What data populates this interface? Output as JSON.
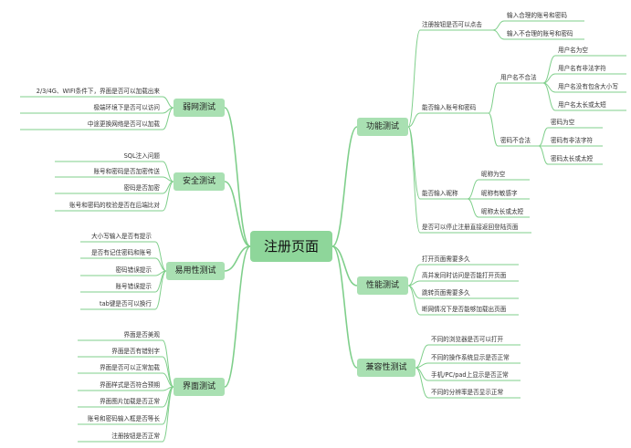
{
  "colors": {
    "line": "#7fcf8b",
    "root_fill": "#8ed69a",
    "branch_fill": "#a9e0b2"
  },
  "root": "注册页面",
  "right": {
    "functional": {
      "title": "功能测试",
      "register_button": "注册按钮是否可以点击",
      "reasonable_account": "输入合理的账号和密码",
      "unreasonable_account": "输入不合理的账号和密码",
      "can_input_account": "能否输入账号和密码",
      "username_invalid": "用户名不合法",
      "username_empty": "用户名为空",
      "username_illegal_chars": "用户名有非法字符",
      "username_no_case": "用户名没有包含大小写",
      "username_too_long": "用户名太长或太短",
      "password_invalid": "密码不合法",
      "password_empty": "密码为空",
      "password_illegal_chars": "密码有非法字符",
      "password_too_long": "密码太长或太短",
      "can_input_nickname": "能否输入昵称",
      "nickname_empty": "昵称为空",
      "nickname_sensitive": "昵称有敏感字",
      "nickname_too_long": "昵称太长或太短",
      "stop_register": "是否可以停止注册直接返回登陆页面"
    },
    "performance": {
      "title": "性能测试",
      "items": [
        "打开页面需要多久",
        "高并发同时访问是否能打开页面",
        "跳转页面需要多久",
        "断网情况下是否能够加载出页面"
      ]
    },
    "compatibility": {
      "title": "兼容性测试",
      "items": [
        "不同的浏览器是否可以打开",
        "不同的操作系统显示是否正常",
        "手机/PC/pad上显示是否正常",
        "不同的分辨率是否显示正常"
      ]
    }
  },
  "left": {
    "weak_network": {
      "title": "弱网测试",
      "items": [
        "2/3/4G、WIFI条件下，界面是否可以加载出来",
        "极端环境下是否可以访问",
        "中途更换网络是否可以加载"
      ]
    },
    "security": {
      "title": "安全测试",
      "items": [
        "SQL注入问题",
        "账号和密码是否加密传送",
        "密码是否加密",
        "账号和密码的校验是否在后端比对"
      ]
    },
    "usability": {
      "title": "易用性测试",
      "items": [
        "大小写输入是否有提示",
        "是否有记住密码和账号",
        "密码错误提示",
        "账号错误提示",
        "tab键是否可以换行"
      ]
    },
    "interface": {
      "title": "界面测试",
      "items": [
        "界面是否美观",
        "界面是否有错别字",
        "界面是否可以正常加载",
        "界面样式是否符合预期",
        "界面图片加载是否正常",
        "账号和密码输入框是否等长",
        "注册按钮是否正常"
      ]
    }
  }
}
